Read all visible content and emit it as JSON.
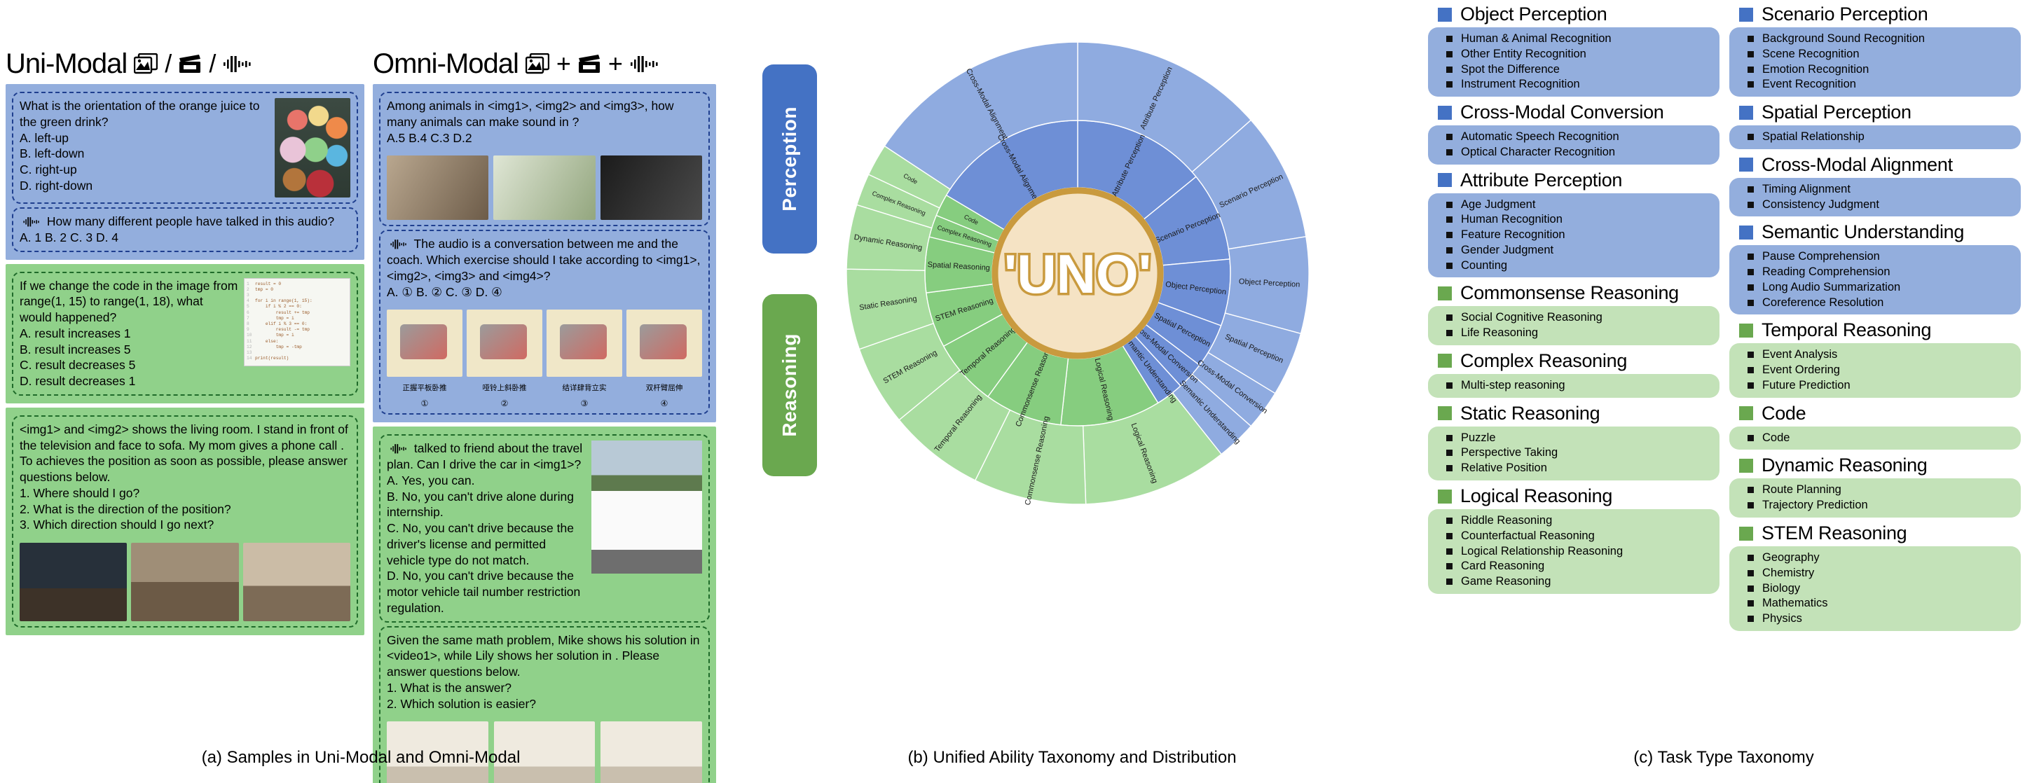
{
  "panel_a": {
    "caption": "(a) Samples in Uni-Modal and Omni-Modal",
    "uni": {
      "heading": "Uni-Modal",
      "icons": [
        "image-icon",
        "video-icon",
        "audio-icon"
      ],
      "sep1": "/",
      "sep2": "/",
      "samples": [
        {
          "type": "blue",
          "text": "What is the orientation of the orange juice to the green drink?",
          "options": [
            "A. left-up",
            "B. left-down",
            "C. right-up",
            "D. right-down"
          ]
        },
        {
          "type": "blue",
          "text": "How many different people have talked in this audio?",
          "options": [
            "A. 1 B. 2 C. 3 D. 4"
          ]
        },
        {
          "type": "green",
          "text": "If we change the code in the image from range(1, 15) to range(1, 18), what would happened?",
          "options": [
            "A. result increases 1",
            "B. result increases 5",
            "C. result decreases 5",
            "D. result decreases 1"
          ],
          "code": [
            "result = 0",
            "tmp = 0",
            "",
            "for i in range(1, 15):",
            "    if i % 2 == 0:",
            "        result += tmp",
            "        tmp = i",
            "    elif i % 3 == 0:",
            "        result -= tmp",
            "        tmp = i",
            "    else:",
            "        tmp = -tmp",
            "",
            "print(result)"
          ]
        },
        {
          "type": "green",
          "text": "<img1> and <img2> shows the living room. I stand in front of the television and face to sofa. My mom gives a phone call . To achieves the position as soon as possible, please answer questions below.",
          "options": [
            "1. Where should I go?",
            "2. What is the direction of the position?",
            "3. Which direction should I go next?"
          ]
        }
      ]
    },
    "omni": {
      "heading": "Omni-Modal",
      "icons": [
        "image-icon",
        "video-icon",
        "audio-icon"
      ],
      "sep1": "+",
      "sep2": "+",
      "samples": [
        {
          "type": "blue",
          "text": "Among animals in <img1>, <img2> and <img3>, how many animals can make sound in  ?",
          "options": [
            "A.5 B.4 C.3 D.2"
          ]
        },
        {
          "type": "blue",
          "text": "The audio is a conversation between me and the coach. Which exercise should I take according to <img1>, <img2>, <img3> and <img4>?",
          "options": [
            "A. ① B. ② C. ③ D. ④"
          ],
          "captions": [
            "正握平板卧推",
            "哑铃上斜卧推",
            "结详肆背立实",
            "双杆臂屈伸"
          ],
          "numbers": [
            "①",
            "②",
            "③",
            "④"
          ]
        },
        {
          "type": "green",
          "text": "talked to friend about the travel plan. Can I drive the car in <img1>?",
          "options": [
            "A. Yes, you can.",
            "B. No, you can't drive alone during internship.",
            "C. No, you can't drive because the driver's license and permitted vehicle type do not match.",
            "D. No, you can't drive because the motor vehicle tail number restriction regulation."
          ]
        },
        {
          "type": "green",
          "text": "Given the same math problem, Mike shows his solution in <video1>, while Lily shows her solution in . Please answer questions below.",
          "options": [
            "1. What is the answer?",
            "2. Which solution is easier?"
          ]
        }
      ]
    }
  },
  "panel_b": {
    "caption": "(b) Unified Ability Taxonomy and Distribution",
    "center_label": "'UNO'",
    "side_labels": {
      "perception": "Perception",
      "reasoning": "Reasoning"
    },
    "colors": {
      "perception": "#4472c4",
      "reasoning": "#6aa84f",
      "inner_blue": "#6e8fd6",
      "outer_blue": "#8fabe0",
      "inner_green": "#86cd7f",
      "outer_green": "#a9dda0",
      "center_fill": "#f5e3c4",
      "center_stroke": "#c99a3e"
    },
    "chart_data": {
      "type": "pie",
      "title": "Unified Ability Taxonomy and Distribution",
      "legend": "none",
      "rings": [
        {
          "name": "inner",
          "slices": [
            {
              "label": "Attribute Perception",
              "value": 12,
              "group": "Perception"
            },
            {
              "label": "Scenario Perception",
              "value": 8,
              "group": "Perception"
            },
            {
              "label": "Object Perception",
              "value": 6,
              "group": "Perception"
            },
            {
              "label": "Spatial Perception",
              "value": 4,
              "group": "Perception"
            },
            {
              "label": "Cross-Modal Conversion",
              "value": 2.5,
              "group": "Perception"
            },
            {
              "label": "Semantic Understanding",
              "value": 2.5,
              "group": "Perception"
            },
            {
              "label": "Logical Reasoning",
              "value": 9,
              "group": "Reasoning"
            },
            {
              "label": "Commonsense Reasoning",
              "value": 7,
              "group": "Reasoning"
            },
            {
              "label": "Temporal Reasoning",
              "value": 6,
              "group": "Reasoning"
            },
            {
              "label": "STEM Reasoning",
              "value": 5,
              "group": "Reasoning"
            },
            {
              "label": "Spatial Reasoning",
              "value": 5,
              "group": "Reasoning"
            },
            {
              "label": "Complex Reasoning",
              "value": 2,
              "group": "Reasoning"
            },
            {
              "label": "Code",
              "value": 2,
              "group": "Reasoning"
            },
            {
              "label": "Cross-Modal Alignment",
              "value": 14,
              "group": "Perception"
            }
          ]
        },
        {
          "name": "outer",
          "slices": [
            {
              "label": "Attribute Perception",
              "value": 12,
              "group": "Perception"
            },
            {
              "label": "Scenario Perception",
              "value": 8,
              "group": "Perception"
            },
            {
              "label": "Object Perception",
              "value": 6,
              "group": "Perception"
            },
            {
              "label": "Spatial Perception",
              "value": 4,
              "group": "Perception"
            },
            {
              "label": "Cross-Modal Conversion",
              "value": 2.5,
              "group": "Perception"
            },
            {
              "label": "Semantic Understanding",
              "value": 2.5,
              "group": "Perception"
            },
            {
              "label": "Logical Reasoning",
              "value": 9,
              "group": "Reasoning"
            },
            {
              "label": "Commonsense Reasoning",
              "value": 7,
              "group": "Reasoning"
            },
            {
              "label": "Temporal Reasoning",
              "value": 6,
              "group": "Reasoning"
            },
            {
              "label": "STEM Reasoning",
              "value": 5,
              "group": "Reasoning"
            },
            {
              "label": "Static Reasoning",
              "value": 5,
              "group": "Reasoning"
            },
            {
              "label": "Dynamic Reasoning",
              "value": 4,
              "group": "Reasoning"
            },
            {
              "label": "Complex Reasoning",
              "value": 2,
              "group": "Reasoning"
            },
            {
              "label": "Code",
              "value": 2,
              "group": "Reasoning"
            },
            {
              "label": "Cross-Modal Alignment",
              "value": 14,
              "group": "Perception"
            }
          ]
        }
      ]
    }
  },
  "panel_c": {
    "caption": "(c) Task Type Taxonomy",
    "left_column": [
      {
        "title": "Object Perception",
        "color": "blue",
        "items": [
          "Human & Animal Recognition",
          "Other Entity Recognition",
          "Spot the Difference",
          "Instrument Recognition"
        ]
      },
      {
        "title": "Cross-Modal Conversion",
        "color": "blue",
        "items": [
          "Automatic Speech Recognition",
          "Optical Character Recognition"
        ]
      },
      {
        "title": "Attribute Perception",
        "color": "blue",
        "items": [
          "Age Judgment",
          "Human Recognition",
          "Feature Recognition",
          "Gender Judgment",
          "Counting"
        ]
      },
      {
        "title": "Commonsense Reasoning",
        "color": "green",
        "items": [
          "Social Cognitive Reasoning",
          "Life Reasoning"
        ]
      },
      {
        "title": "Complex Reasoning",
        "color": "green",
        "items": [
          "Multi-step reasoning"
        ]
      },
      {
        "title": "Static Reasoning",
        "color": "green",
        "items": [
          "Puzzle",
          "Perspective Taking",
          "Relative Position"
        ]
      },
      {
        "title": "Logical Reasoning",
        "color": "green",
        "items": [
          "Riddle Reasoning",
          "Counterfactual Reasoning",
          "Logical Relationship Reasoning",
          "Card Reasoning",
          "Game Reasoning"
        ]
      }
    ],
    "right_column": [
      {
        "title": "Scenario Perception",
        "color": "blue",
        "items": [
          "Background Sound Recognition",
          "Scene Recognition",
          "Emotion Recognition",
          "Event Recognition"
        ]
      },
      {
        "title": "Spatial Perception",
        "color": "blue",
        "items": [
          "Spatial Relationship"
        ]
      },
      {
        "title": "Cross-Modal Alignment",
        "color": "blue",
        "items": [
          "Timing Alignment",
          "Consistency Judgment"
        ]
      },
      {
        "title": "Semantic Understanding",
        "color": "blue",
        "items": [
          "Pause Comprehension",
          "Reading Comprehension",
          "Long Audio Summarization",
          "Coreference Resolution"
        ]
      },
      {
        "title": "Temporal Reasoning",
        "color": "green",
        "items": [
          "Event Analysis",
          "Event Ordering",
          "Future Prediction"
        ]
      },
      {
        "title": "Code",
        "color": "green",
        "items": [
          "Code"
        ]
      },
      {
        "title": "Dynamic Reasoning",
        "color": "green",
        "items": [
          "Route Planning",
          "Trajectory Prediction"
        ]
      },
      {
        "title": "STEM Reasoning",
        "color": "green",
        "items": [
          "Geography",
          "Chemistry",
          "Biology",
          "Mathematics",
          "Physics"
        ]
      }
    ]
  }
}
